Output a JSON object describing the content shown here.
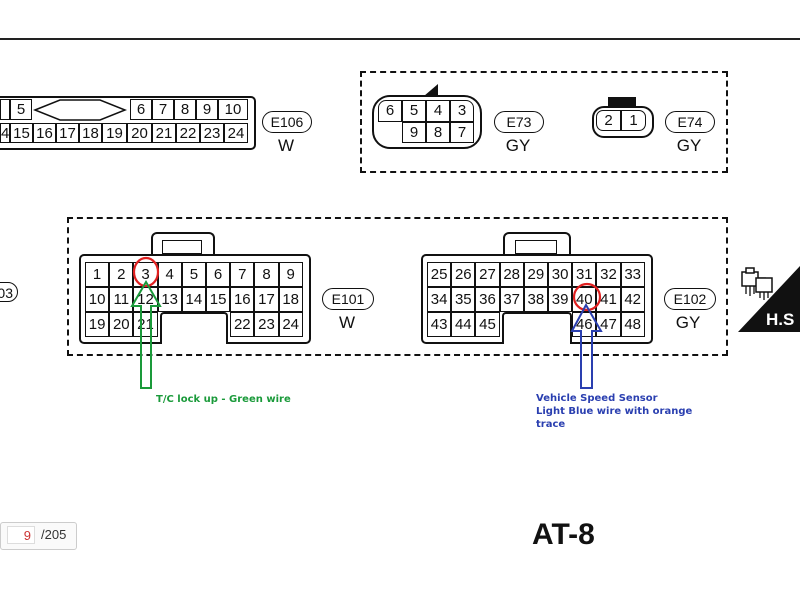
{
  "connectors": {
    "e106": {
      "pins_top": [
        "5",
        "6",
        "7",
        "8",
        "9",
        "10"
      ],
      "pins_top_left_partial": "",
      "pins_bottom": [
        "4",
        "15",
        "16",
        "17",
        "18",
        "19",
        "20",
        "21",
        "22",
        "23",
        "24"
      ],
      "tag": "E106",
      "color": "W"
    },
    "e73": {
      "pins_top": [
        "6",
        "5",
        "4",
        "3"
      ],
      "pins_bottom": [
        "9",
        "8",
        "7"
      ],
      "tag": "E73",
      "color": "GY"
    },
    "e74": {
      "pins": [
        "2",
        "1"
      ],
      "tag": "E74",
      "color": "GY"
    },
    "e101": {
      "row1": [
        "1",
        "2",
        "3",
        "4",
        "5",
        "6",
        "7",
        "8",
        "9"
      ],
      "row2": [
        "10",
        "11",
        "12",
        "13",
        "14",
        "15",
        "16",
        "17",
        "18"
      ],
      "row3": [
        "19",
        "20",
        "21",
        "22",
        "23",
        "24"
      ],
      "tag": "E101",
      "color": "W"
    },
    "e102": {
      "row1": [
        "25",
        "26",
        "27",
        "28",
        "29",
        "30",
        "31",
        "32",
        "33"
      ],
      "row2": [
        "34",
        "35",
        "36",
        "37",
        "38",
        "39",
        "40",
        "41",
        "42"
      ],
      "row3": [
        "43",
        "44",
        "45",
        "46",
        "47",
        "48"
      ],
      "tag": "E102",
      "color": "GY"
    },
    "left_partial_tag": "03"
  },
  "annotations": {
    "tc_lockup": "T/C lock up - Green wire",
    "vss_line1": "Vehicle Speed Sensor",
    "vss_line2": "Light Blue wire with orange",
    "vss_line3": "trace",
    "green": "#1a9a3a",
    "blue": "#2a3fb0",
    "highlight": "#e02020"
  },
  "hs_label": "H.S",
  "page": {
    "current": "9",
    "total": "/205"
  },
  "page_label": "AT-8"
}
